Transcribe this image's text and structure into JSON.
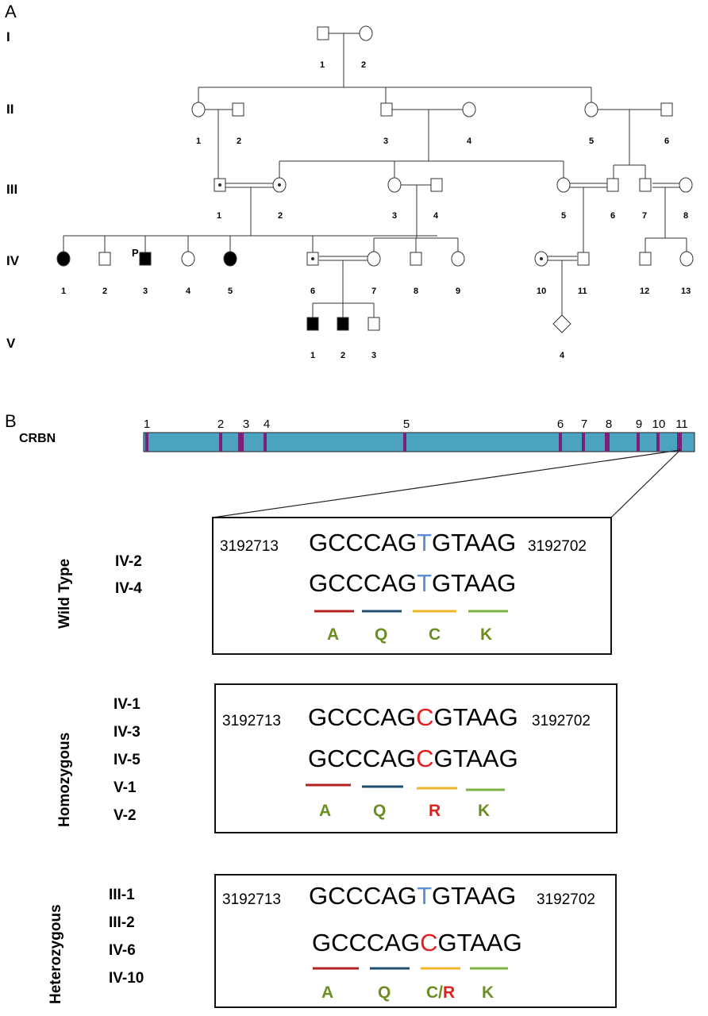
{
  "panel_a_label": "A",
  "panel_b_label": "B",
  "generations": [
    "I",
    "II",
    "III",
    "IV",
    "V"
  ],
  "pedigree": {
    "I": [
      "1",
      "2"
    ],
    "II": [
      "1",
      "2",
      "3",
      "4",
      "5",
      "6"
    ],
    "III": [
      "1",
      "2",
      "3",
      "4",
      "5",
      "6",
      "7",
      "8"
    ],
    "IV": [
      "1",
      "2",
      "3",
      "4",
      "5",
      "6",
      "7",
      "8",
      "9",
      "10",
      "11",
      "12",
      "13"
    ],
    "V": [
      "1",
      "2",
      "3",
      "4"
    ],
    "proband_marker": "P"
  },
  "gene": {
    "name": "CRBN",
    "exons": [
      "1",
      "2",
      "3",
      "4",
      "5",
      "6",
      "7",
      "8",
      "9",
      "10",
      "11"
    ],
    "bar_color": "#4aa3c0",
    "exon_color": "#7a1f7a"
  },
  "sequence": {
    "prefix": "GCCCAG",
    "suffix": "GTAAG",
    "wt_base": "T",
    "mut_base": "C",
    "coord_left": "3192713",
    "coord_right": "3192702",
    "codon_colors": [
      "#b22222",
      "#1f4e6e",
      "#f0b429",
      "#7cb342"
    ]
  },
  "colors": {
    "wt_base": "#5b8fd6",
    "mut_base": "#e02020",
    "amino_acid": "#6b8e23",
    "mutant_aa": "#e02020"
  },
  "groups": [
    {
      "name": "Wild Type",
      "ids": [
        "IV-2",
        "IV-4"
      ],
      "line1_base": "T",
      "line2_base": "T",
      "amino_acids": [
        "A",
        "Q",
        "C",
        "K"
      ]
    },
    {
      "name": "Homozygous",
      "ids": [
        "IV-1",
        "IV-3",
        "IV-5",
        "V-1",
        "V-2"
      ],
      "line1_base": "C",
      "line2_base": "C",
      "amino_acids": [
        "A",
        "Q",
        "R",
        "K"
      ]
    },
    {
      "name": "Heterozygous",
      "ids": [
        "III-1",
        "III-2",
        "IV-6",
        "IV-10"
      ],
      "line1_base": "T",
      "line2_base": "C",
      "amino_acids": [
        "A",
        "Q",
        "C/R",
        "K"
      ]
    }
  ]
}
